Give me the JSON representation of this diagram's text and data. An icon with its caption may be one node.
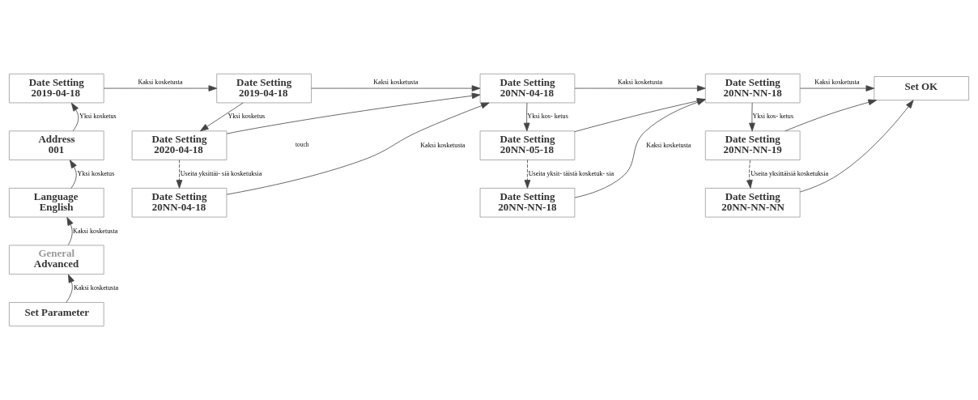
{
  "diagram": {
    "nodes": [
      {
        "text": [
          "Date Setting",
          "2019-04-18"
        ]
      },
      {
        "text": [
          "Address",
          "001"
        ]
      },
      {
        "text": [
          "Language",
          "English"
        ]
      },
      {
        "text": [
          "General",
          "Advanced"
        ]
      },
      {
        "text": [
          "Set Parameter"
        ]
      },
      {
        "text": [
          "Date Setting",
          "2019-04-18"
        ]
      },
      {
        "text": [
          "Date Setting",
          "2020-04-18"
        ]
      },
      {
        "text": [
          "Date Setting",
          "20NN-04-18"
        ]
      },
      {
        "text": [
          "Date Setting",
          "20NN-04-18"
        ]
      },
      {
        "text": [
          "Date Setting",
          "20NN-05-18"
        ]
      },
      {
        "text": [
          "Date Setting",
          "20NN-NN-18"
        ]
      },
      {
        "text": [
          "Date Setting",
          "20NN-NN-18"
        ]
      },
      {
        "text": [
          "Date Setting",
          "20NN-NN-19"
        ]
      },
      {
        "text": [
          "Date Setting",
          "20NN-NN-NN"
        ]
      },
      {
        "text": [
          "Set OK"
        ]
      }
    ],
    "edges": [
      {
        "from": 4,
        "to": 3,
        "arrow": "to",
        "label": "Kaksi kosketusta"
      },
      {
        "from": 3,
        "to": 2,
        "arrow": "to",
        "label": "Kaksi kosketusta"
      },
      {
        "from": 2,
        "to": 1,
        "arrow": "to",
        "label": "Yksi kosketus"
      },
      {
        "from": 1,
        "to": 0,
        "arrow": "to",
        "label": "Yksi kosketus"
      },
      {
        "from": 0,
        "to": 5,
        "arrow": "to",
        "label": "Kaksi kosketusta"
      },
      {
        "from": 5,
        "to": 6,
        "arrow": "to",
        "label": "Yksi kosketus"
      },
      {
        "from": 6,
        "to": 7,
        "arrow": "to",
        "label": "Useita yksittäi- siä kosketuksia",
        "style": "dashed"
      },
      {
        "from": 5,
        "to": 8,
        "arrow": "to",
        "label": "Kaksi kosketusta"
      },
      {
        "from": 6,
        "to": 8,
        "arrow": "to"
      },
      {
        "from": 7,
        "to": 8,
        "arrow": "to",
        "label": "Kaksi kosketusta"
      },
      {
        "from": 8,
        "to": 9,
        "arrow": "to",
        "label": "Yksi kos- ketus"
      },
      {
        "from": 9,
        "to": 10,
        "arrow": "to",
        "label": "Useita yksit- täistä kosketuk- sia",
        "style": "dashed"
      },
      {
        "from": 8,
        "to": 11,
        "arrow": "to",
        "label": "Kaksi kosketusta"
      },
      {
        "from": 9,
        "to": 11,
        "arrow": "to"
      },
      {
        "from": 10,
        "to": 11,
        "arrow": "to",
        "label": "Kaksi kosketusta"
      },
      {
        "from": 11,
        "to": 12,
        "arrow": "to",
        "label": "Yksi kos- ketus"
      },
      {
        "from": 12,
        "to": 13,
        "arrow": "to",
        "label": "Useita yksittäisiä kosketuksia",
        "style": "dashed"
      },
      {
        "from": 11,
        "to": 14,
        "arrow": "to",
        "label": "Kaksi kosketusta"
      },
      {
        "from": 12,
        "to": 14,
        "arrow": "to"
      },
      {
        "from": 13,
        "to": 14,
        "arrow": "to"
      }
    ],
    "labels": [
      "touch"
    ]
  }
}
